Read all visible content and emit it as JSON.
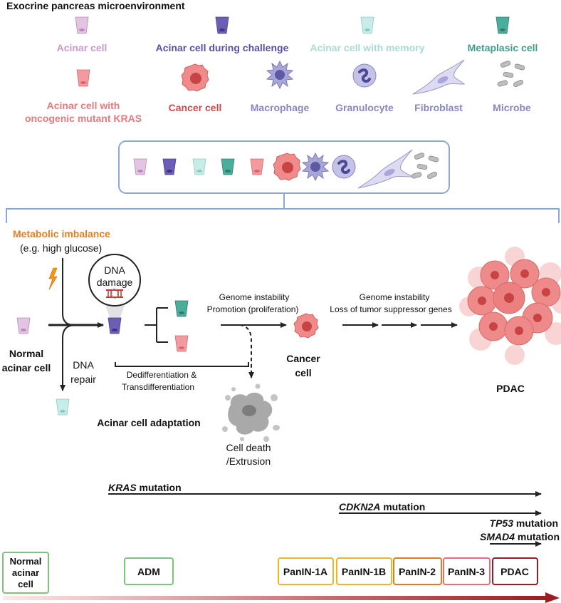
{
  "title": "Exocrine pancreas microenvironment",
  "legend": [
    {
      "key": "acinar",
      "label": "Acinar cell",
      "color": "#cc99cc",
      "icon": "acinar-cell-icon"
    },
    {
      "key": "challenge",
      "label": "Acinar cell during challenge",
      "color": "#5b4fa6",
      "icon": "challenged-acinar-cell-icon"
    },
    {
      "key": "memory",
      "label": "Acinar cell with memory",
      "color": "#a8dcd5",
      "icon": "memory-acinar-cell-icon"
    },
    {
      "key": "metaplasic",
      "label": "Metaplasic cell",
      "color": "#3d9e8c",
      "icon": "metaplasic-cell-icon"
    },
    {
      "key": "kras",
      "label_line1": "Acinar cell with",
      "label_line2": "oncogenic mutant KRAS",
      "color": "#e8797f",
      "icon": "kras-acinar-cell-icon"
    },
    {
      "key": "cancer",
      "label": "Cancer cell",
      "color": "#cc4a4a",
      "icon": "cancer-cell-icon"
    },
    {
      "key": "macrophage",
      "label": "Macrophage",
      "color": "#8a86c2",
      "icon": "macrophage-icon"
    },
    {
      "key": "granulocyte",
      "label": "Granulocyte",
      "color": "#8a86c2",
      "icon": "granulocyte-icon"
    },
    {
      "key": "fibroblast",
      "label": "Fibroblast",
      "color": "#8a86c2",
      "icon": "fibroblast-icon"
    },
    {
      "key": "microbe",
      "label": "Microbe",
      "color": "#8a86c2",
      "icon": "microbe-icon"
    }
  ],
  "process": {
    "metabolic_title": "Metabolic imbalance",
    "metabolic_sub": "(e.g. high glucose)",
    "dna_damage_line1": "DNA",
    "dna_damage_line2": "damage",
    "normal_line1": "Normal",
    "normal_line2": "acinar cell",
    "dna_repair_line1": "DNA",
    "dna_repair_line2": "repair",
    "dediff_line1": "Dedifferentiation &",
    "dediff_line2": "Transdifferentiation",
    "adaptation": "Acinar cell adaptation",
    "genome1_line1": "Genome instability",
    "genome1_line2": "Promotion (proliferation)",
    "cancer_line1": "Cancer",
    "cancer_line2": "cell",
    "death_line1": "Cell death",
    "death_line2": "/Extrusion",
    "genome2_line1": "Genome instability",
    "genome2_line2": "Loss of tumor suppressor genes",
    "pdac": "PDAC"
  },
  "mutations": [
    {
      "gene": "KRAS",
      "suffix": " mutation"
    },
    {
      "gene": "CDKN2A",
      "suffix": " mutation"
    },
    {
      "gene": "TP53",
      "suffix": " mutation"
    },
    {
      "gene": "SMAD4",
      "suffix": " mutation"
    }
  ],
  "stages": [
    {
      "label_line1": "Normal",
      "label_line2": "acinar",
      "label_line3": "cell",
      "color": "#7cc47a"
    },
    {
      "label": "ADM",
      "color": "#7cc47a"
    },
    {
      "label": "PanIN-1A",
      "color": "#f0b429"
    },
    {
      "label": "PanIN-1B",
      "color": "#f0b429"
    },
    {
      "label": "PanIN-2",
      "color": "#e07b20"
    },
    {
      "label": "PanIN-3",
      "color": "#e0707a"
    },
    {
      "label": "PDAC",
      "color": "#9b1c22"
    }
  ],
  "colors": {
    "accent_orange": "#e67e22",
    "box_border": "#8aa9d6",
    "arrow": "#222222",
    "progress_start": "#fde8ea",
    "progress_end": "#9b1c22"
  }
}
